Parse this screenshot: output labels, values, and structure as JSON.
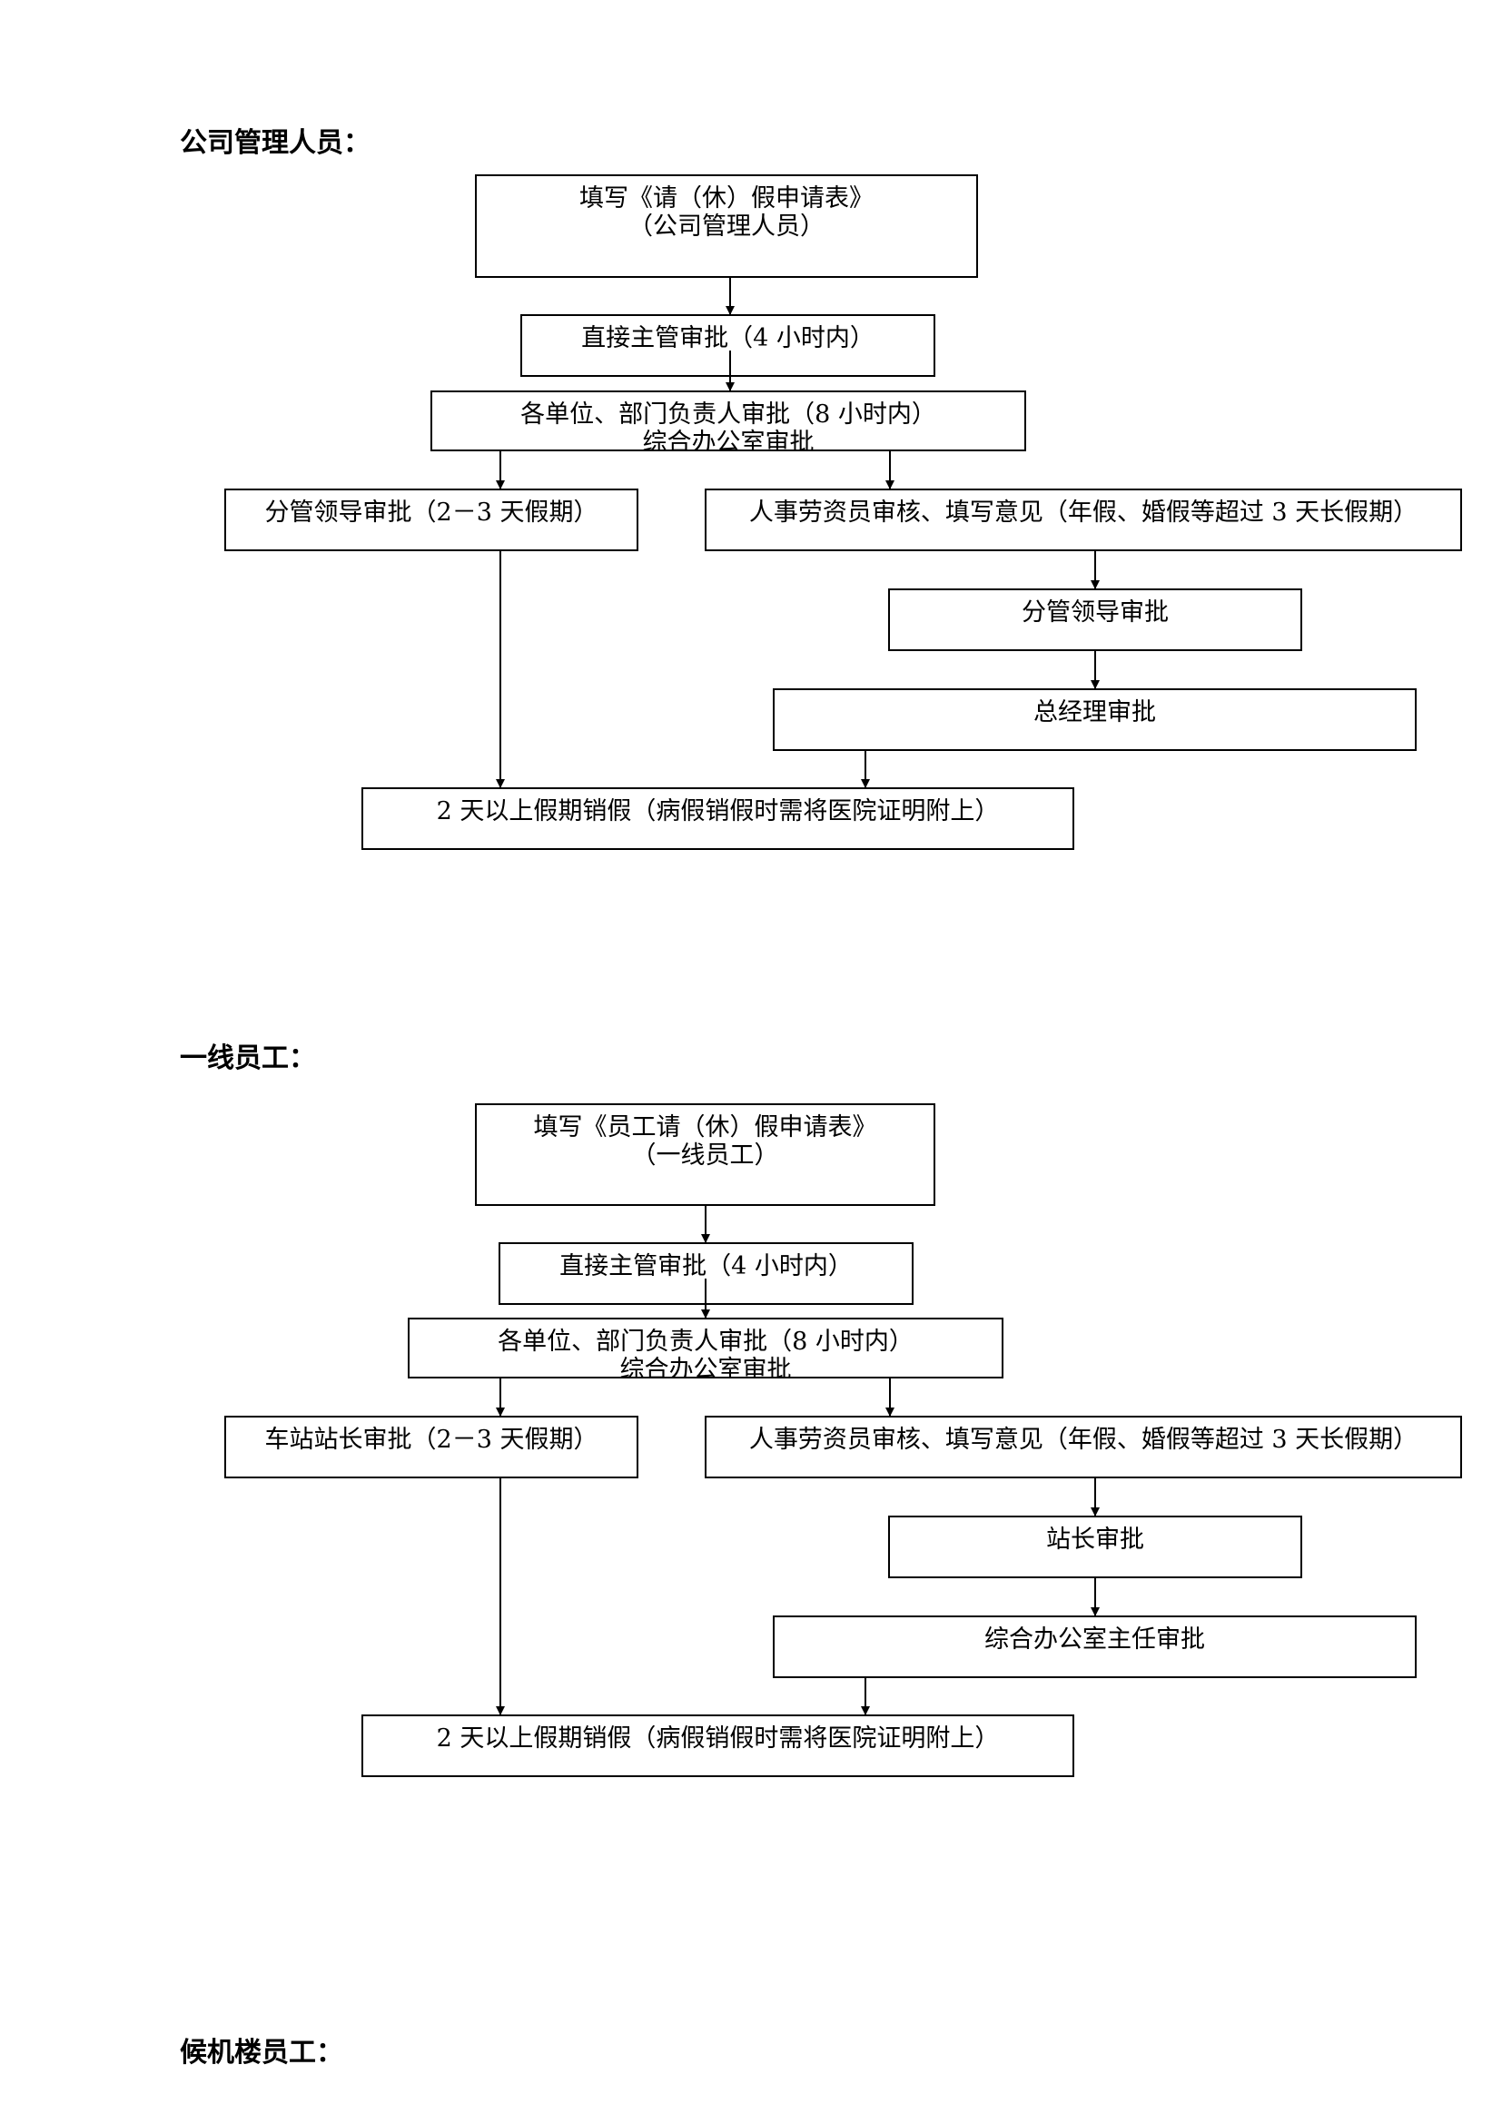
{
  "sections": [
    {
      "title": "公司管理人员：",
      "boxes": {
        "fill_form": [
          "填写《请（休）假申请表》",
          "（公司管理人员）"
        ],
        "direct_supervisor": "直接主管审批（4 小时内）",
        "dept_head": [
          "各单位、部门负责人审批（8 小时内）",
          "综合办公室审批"
        ],
        "short_leave": "分管领导审批（2－3 天假期）",
        "hr_review": "人事劳资员审核、填写意见（年假、婚假等超过 3 天长假期）",
        "second_approval": "分管领导审批",
        "third_approval": "总经理审批",
        "cancel_leave": "2 天以上假期销假（病假销假时需将医院证明附上）"
      }
    },
    {
      "title": "一线员工：",
      "boxes": {
        "fill_form": [
          "填写《员工请（休）假申请表》",
          "（一线员工）"
        ],
        "direct_supervisor": "直接主管审批（4 小时内）",
        "dept_head": [
          "各单位、部门负责人审批（8 小时内）",
          "综合办公室审批"
        ],
        "short_leave": "车站站长审批（2－3 天假期）",
        "hr_review": "人事劳资员审核、填写意见（年假、婚假等超过 3 天长假期）",
        "second_approval": "站长审批",
        "third_approval": "综合办公室主任审批",
        "cancel_leave": "2 天以上假期销假（病假销假时需将医院证明附上）"
      }
    },
    {
      "title": "候机楼员工："
    }
  ]
}
